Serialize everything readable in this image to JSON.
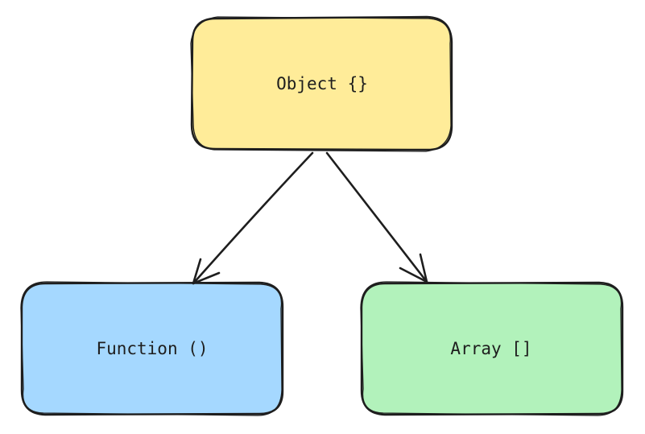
{
  "diagram": {
    "nodes": [
      {
        "id": "object",
        "label": "Object {}",
        "fill": "#ffec99"
      },
      {
        "id": "function",
        "label": "Function ()",
        "fill": "#a5d8ff"
      },
      {
        "id": "array",
        "label": "Array []",
        "fill": "#b2f2bb"
      }
    ],
    "edges": [
      {
        "from": "object",
        "to": "function"
      },
      {
        "from": "object",
        "to": "array"
      }
    ],
    "stroke_color": "#1e1e1e"
  }
}
